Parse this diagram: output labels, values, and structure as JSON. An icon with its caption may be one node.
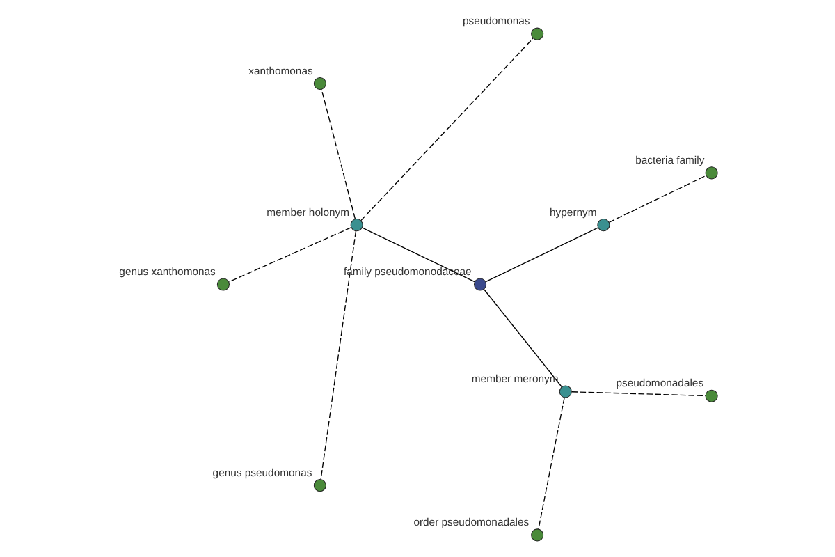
{
  "diagram": {
    "nodes": [
      {
        "text": [
          "bacteria family"
        ]
      },
      {
        "text": [
          "pseudomonas"
        ]
      },
      {
        "text": [
          "hypernym"
        ]
      },
      {
        "text": [
          "xanthomonas"
        ]
      },
      {
        "text": [
          "genus xanthomonas"
        ]
      },
      {
        "text": [
          "member holonym"
        ]
      },
      {
        "text": [
          "family pseudomonodaceae"
        ]
      },
      {
        "text": [
          "genus pseudomonas"
        ]
      },
      {
        "text": [
          "order pseudomonadales"
        ]
      },
      {
        "text": [
          "member meronym"
        ]
      },
      {
        "text": [
          "pseudomonadales"
        ]
      }
    ],
    "edges": [
      {
        "from": 6,
        "to": 2,
        "arrow": "none"
      },
      {
        "from": 6,
        "to": 5,
        "arrow": "none"
      },
      {
        "from": 6,
        "to": 9,
        "arrow": "none"
      },
      {
        "from": 2,
        "to": 0,
        "arrow": "none",
        "style": "dashed"
      },
      {
        "from": 5,
        "to": 1,
        "arrow": "none",
        "style": "dashed"
      },
      {
        "from": 5,
        "to": 3,
        "arrow": "none",
        "style": "dashed"
      },
      {
        "from": 5,
        "to": 4,
        "arrow": "none",
        "style": "dashed"
      },
      {
        "from": 5,
        "to": 7,
        "arrow": "none",
        "style": "dashed"
      },
      {
        "from": 9,
        "to": 8,
        "arrow": "none",
        "style": "dashed"
      },
      {
        "from": 9,
        "to": 10,
        "arrow": "none",
        "style": "dashed"
      }
    ]
  }
}
